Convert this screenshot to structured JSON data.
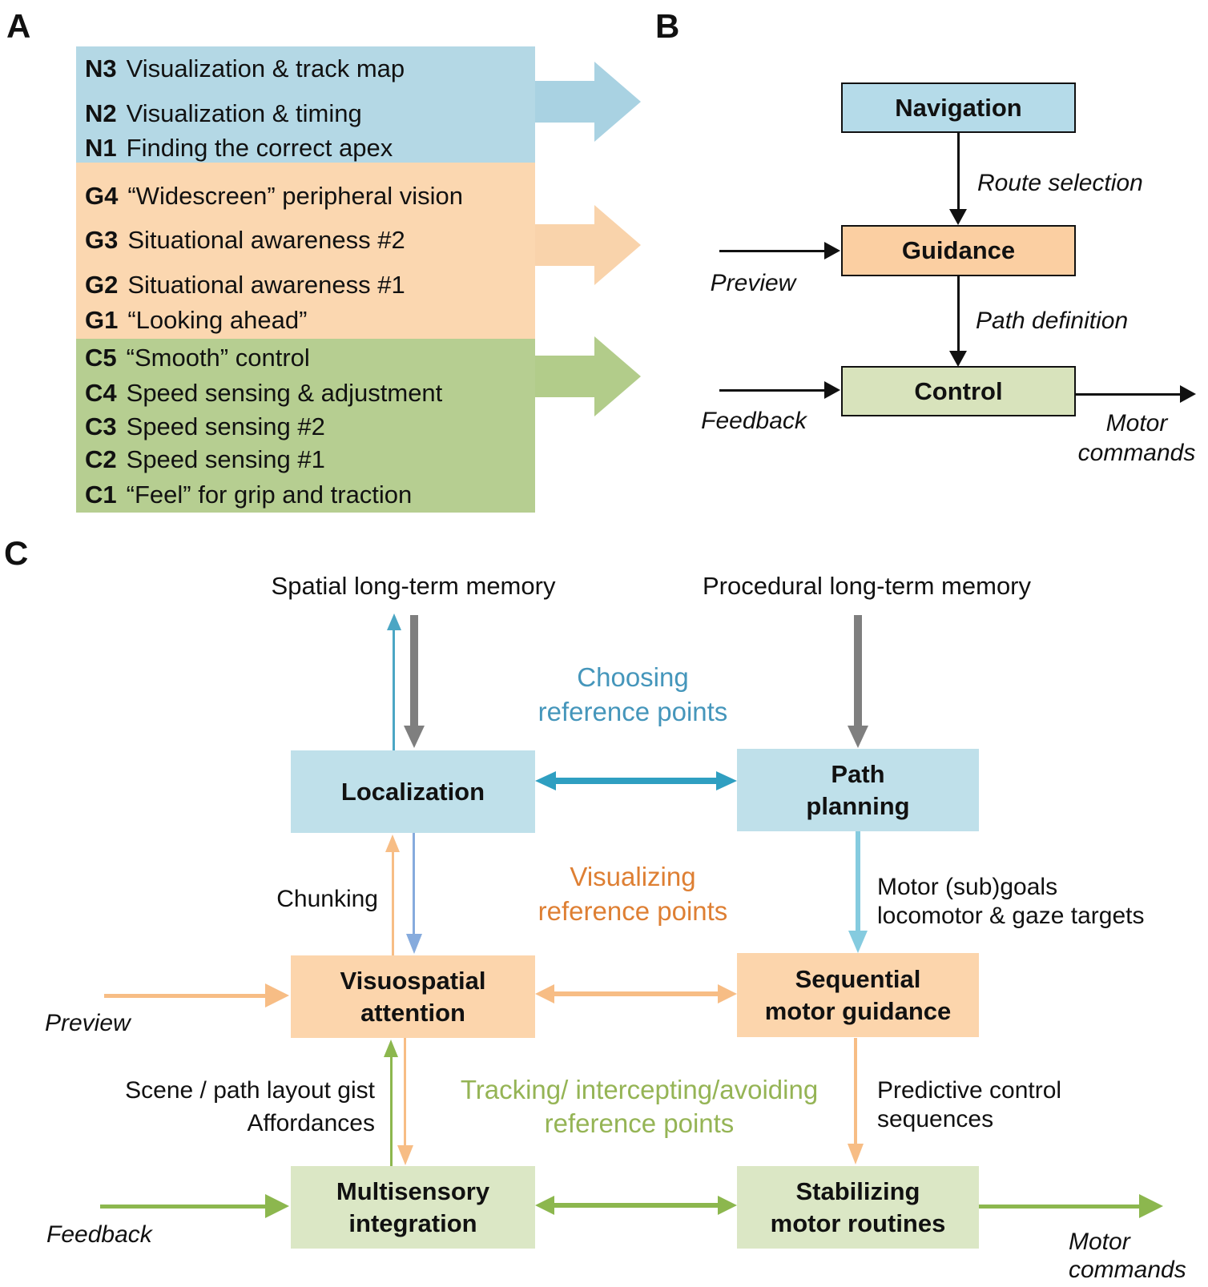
{
  "colors": {
    "panel_a_blue": "#b4d8e5",
    "panel_a_orange": "#fbd7b0",
    "panel_a_green": "#b6ce91",
    "arrow_blue": "#a9d2e2",
    "arrow_orange": "#f9d3ab",
    "arrow_green": "#b2cc8a",
    "b_nav_fill": "#b5dbe9",
    "b_guidance_fill": "#fbcfa2",
    "b_control_fill": "#d8e3bc",
    "box_blue": "#bfe0ea",
    "box_orange": "#fcd5ac",
    "box_green": "#dbe7c5",
    "teal": "#2f9fc1",
    "steel": "#4ba6c4",
    "sky": "#85cbdf",
    "cornflower": "#86abdd",
    "gray": "#7f7f7f",
    "orange": "#f7bd85",
    "green": "#8cb74e",
    "text_blue": "#4596bb",
    "text_orange": "#de7f33",
    "text_green": "#95b455",
    "black": "#111111"
  },
  "panel_a": {
    "label": "A",
    "rows": [
      {
        "id": "N3",
        "text": "Visualization & track map",
        "group": "navigation"
      },
      {
        "id": "N2",
        "text": "Visualization & timing",
        "group": "navigation"
      },
      {
        "id": "N1",
        "text": "Finding the correct apex",
        "group": "navigation"
      },
      {
        "id": "G4",
        "text": "“Widescreen” peripheral vision",
        "group": "guidance"
      },
      {
        "id": "G3",
        "text": "Situational awareness #2",
        "group": "guidance"
      },
      {
        "id": "G2",
        "text": "Situational awareness #1",
        "group": "guidance"
      },
      {
        "id": "G1",
        "text": "“Looking ahead”",
        "group": "guidance"
      },
      {
        "id": "C5",
        "text": "“Smooth” control",
        "group": "control"
      },
      {
        "id": "C4",
        "text": "Speed sensing & adjustment",
        "group": "control"
      },
      {
        "id": "C3",
        "text": "Speed sensing #2",
        "group": "control"
      },
      {
        "id": "C2",
        "text": "Speed sensing #1",
        "group": "control"
      },
      {
        "id": "C1",
        "text": "“Feel” for grip and traction",
        "group": "control"
      }
    ]
  },
  "panel_b": {
    "label": "B",
    "navigation": "Navigation",
    "guidance": "Guidance",
    "control": "Control",
    "route_selection": "Route selection",
    "path_definition": "Path definition",
    "preview": "Preview",
    "feedback": "Feedback",
    "motor_commands": "Motor\ncommands"
  },
  "panel_c": {
    "label": "C",
    "spatial_ltm": "Spatial long-term memory",
    "procedural_ltm": "Procedural long-term memory",
    "choosing": "Choosing\nreference points",
    "localization": "Localization",
    "path_planning": "Path\nplanning",
    "chunking": "Chunking",
    "visualizing": "Visualizing\nreference points",
    "motor_subgoals": "Motor (sub)goals\nlocomotor & gaze targets",
    "preview": "Preview",
    "visuospatial": "Visuospatial\nattention",
    "sequential": "Sequential\nmotor guidance",
    "scene_gist": "Scene / path layout gist\nAffordances",
    "tracking": "Tracking/ intercepting/avoiding\nreference points",
    "predictive": "Predictive control\nsequences",
    "feedback": "Feedback",
    "multisensory": "Multisensory\nintegration",
    "stabilizing": "Stabilizing\nmotor routines",
    "motor_commands": "Motor\ncommands"
  }
}
